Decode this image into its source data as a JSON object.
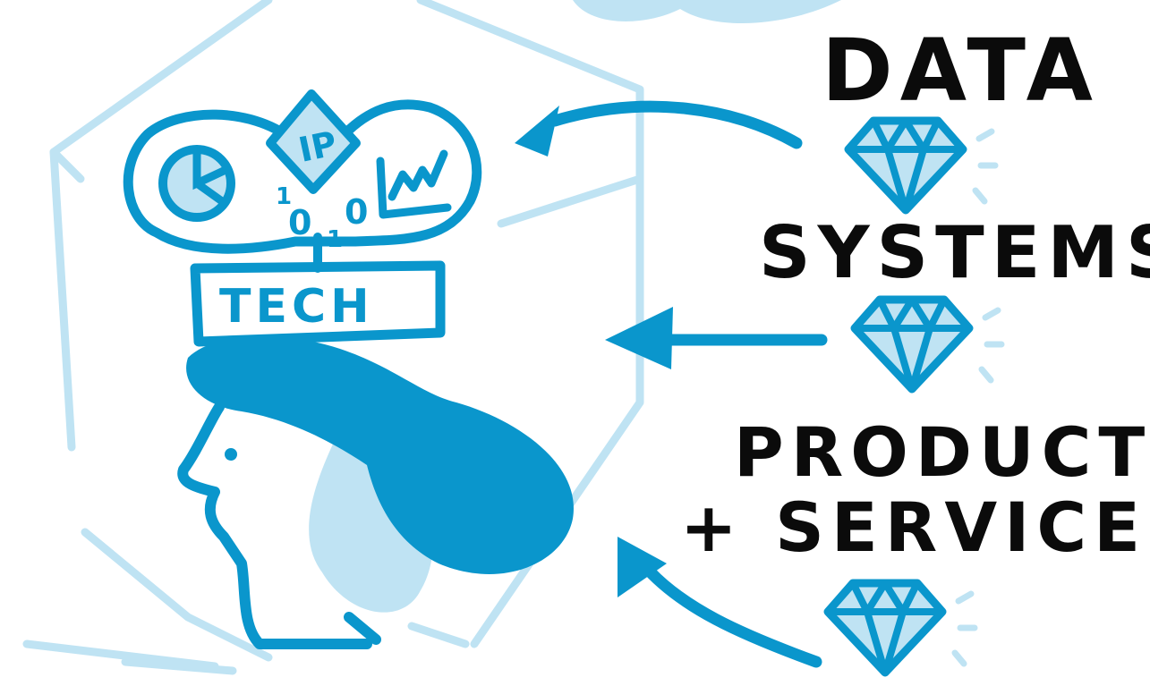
{
  "labels": {
    "data": "DATA",
    "systems": "SYSTEMS",
    "products": "PRODUCTS",
    "services": "+ SERVICES"
  },
  "head": {
    "banner": "TECH",
    "ip_badge": "IP",
    "binary_digits": [
      "1",
      "0",
      "1",
      "0"
    ]
  },
  "colors": {
    "primary_blue": "#0a96cc",
    "light_blue": "#bfe3f3",
    "ink": "#0b0b0b"
  }
}
